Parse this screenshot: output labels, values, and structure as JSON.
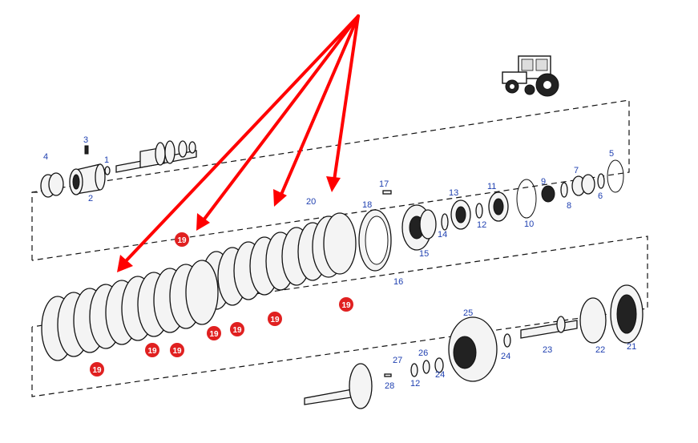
{
  "colors": {
    "callout_text": "#1e3fb0",
    "badge_fill": "#e02020",
    "badge_text": "#ffffff",
    "arrow": "#ff0000",
    "outline": "#111111"
  },
  "icons": {
    "tractor": "tractor-icon"
  },
  "callouts": {
    "n1": "1",
    "n2": "2",
    "n3": "3",
    "n4": "4",
    "n5": "5",
    "n6": "6",
    "n7": "7",
    "n8": "8",
    "n9": "9",
    "n10": "10",
    "n11": "11",
    "n12a": "12",
    "n12b": "12",
    "n13": "13",
    "n14": "14",
    "n15": "15",
    "n16": "16",
    "n17": "17",
    "n18": "18",
    "n20": "20",
    "n21": "21",
    "n22": "22",
    "n23": "23",
    "n24a": "24",
    "n24b": "24",
    "n25": "25",
    "n26": "26",
    "n27": "27",
    "n28": "28"
  },
  "badges": [
    "19",
    "19",
    "19",
    "19",
    "19",
    "19",
    "19",
    "19"
  ]
}
